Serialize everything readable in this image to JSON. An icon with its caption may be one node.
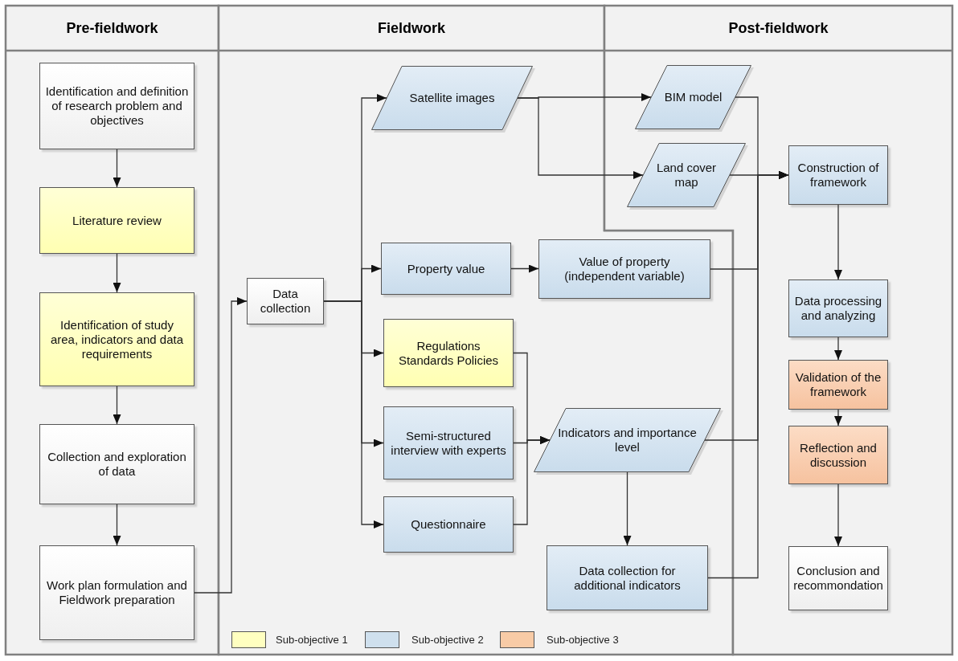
{
  "diagram": {
    "nodes": [
      {
        "text": [
          "Pre-fieldwork"
        ]
      },
      {
        "text": [
          "Identification and definition of research problem and objectives"
        ],
        "in": 0
      },
      {
        "text": [
          "Literature review"
        ],
        "in": 0
      },
      {
        "text": [
          "Identification of study area, indicators and data requirements"
        ],
        "in": 0
      },
      {
        "text": [
          "Collection and exploration of data"
        ],
        "in": 0
      },
      {
        "text": [
          "Work plan formulation and Fieldwork preparation"
        ],
        "in": 0
      },
      {
        "text": [
          "Fieldwork"
        ]
      },
      {
        "text": [
          "Data collection"
        ],
        "in": 6
      },
      {
        "text": [
          "Satellite images"
        ],
        "in": 6
      },
      {
        "text": [
          "Property value"
        ],
        "in": 6
      },
      {
        "text": [
          "Value of property (independent variable)"
        ],
        "in": 6
      },
      {
        "text": [
          "Regulations Standards Policies"
        ],
        "in": 6
      },
      {
        "text": [
          "Semi-structured interview with experts"
        ],
        "in": 6
      },
      {
        "text": [
          "Questionnaire"
        ],
        "in": 6
      },
      {
        "text": [
          "Indicators and importance level"
        ],
        "in": 6
      },
      {
        "text": [
          "Data collection for additional indicators"
        ],
        "in": 6
      },
      {
        "text": [
          "Post-fieldwork"
        ]
      },
      {
        "text": [
          "BIM model"
        ],
        "in": 16
      },
      {
        "text": [
          "Land cover map"
        ],
        "in": 16
      },
      {
        "text": [
          "Construction of framework"
        ],
        "in": 16
      },
      {
        "text": [
          "Data processing and analyzing"
        ],
        "in": 16
      },
      {
        "text": [
          "Validation of the framework"
        ],
        "in": 16
      },
      {
        "text": [
          "Reflection and discussion"
        ],
        "in": 16
      },
      {
        "text": [
          "Conclusion and recommondation"
        ],
        "in": 16
      }
    ],
    "edges": [
      {
        "from": 1,
        "to": 2,
        "arrow": "to"
      },
      {
        "from": 2,
        "to": 3,
        "arrow": "to"
      },
      {
        "from": 3,
        "to": 4,
        "arrow": "to"
      },
      {
        "from": 4,
        "to": 5,
        "arrow": "to"
      },
      {
        "from": 5,
        "to": 7,
        "arrow": "to"
      },
      {
        "from": 7,
        "to": 8,
        "arrow": "to"
      },
      {
        "from": 7,
        "to": 9,
        "arrow": "to"
      },
      {
        "from": 7,
        "to": 11,
        "arrow": "to"
      },
      {
        "from": 7,
        "to": 12,
        "arrow": "to"
      },
      {
        "from": 7,
        "to": 13,
        "arrow": "to"
      },
      {
        "from": 8,
        "to": 17,
        "arrow": "to"
      },
      {
        "from": 8,
        "to": 18,
        "arrow": "to"
      },
      {
        "from": 9,
        "to": 10,
        "arrow": "to"
      },
      {
        "from": 11,
        "to": 14,
        "arrow": "to"
      },
      {
        "from": 12,
        "to": 14,
        "arrow": "to"
      },
      {
        "from": 13,
        "to": 14,
        "arrow": "to"
      },
      {
        "from": 14,
        "to": 15,
        "arrow": "to"
      },
      {
        "from": 17,
        "to": 19,
        "arrow": "to"
      },
      {
        "from": 18,
        "to": 19,
        "arrow": "to"
      },
      {
        "from": 10,
        "to": 19,
        "arrow": "to"
      },
      {
        "from": 14,
        "to": 19,
        "arrow": "to"
      },
      {
        "from": 15,
        "to": 19,
        "arrow": "to"
      },
      {
        "from": 19,
        "to": 20,
        "arrow": "to"
      },
      {
        "from": 20,
        "to": 21,
        "arrow": "to"
      },
      {
        "from": 21,
        "to": 22,
        "arrow": "to"
      },
      {
        "from": 22,
        "to": 23,
        "arrow": "to"
      }
    ],
    "legend": [
      {
        "text": "Sub-objective 1",
        "color": "#ffffc0"
      },
      {
        "text": "Sub-objective 2",
        "color": "#cfe0ee"
      },
      {
        "text": "Sub-objective 3",
        "color": "#f8cba6"
      }
    ]
  }
}
